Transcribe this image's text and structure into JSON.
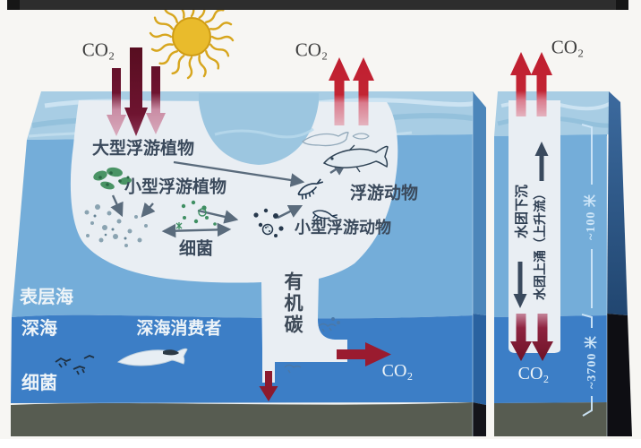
{
  "labels": {
    "co2_top_left": "CO₂",
    "co2_top_middle": "CO₂",
    "co2_top_right": "CO₂",
    "co2_deep_main": "CO₂",
    "co2_deep_right": "CO₂",
    "large_phytoplankton": "大型浮游植物",
    "small_phytoplankton": "小型浮游植物",
    "bacteria_surface": "细菌",
    "zooplankton": "浮游动物",
    "small_zooplankton": "小型浮游动物",
    "organic_carbon": "有机碳",
    "surface_ocean": "表层海",
    "deep_sea": "深海",
    "bacteria_deep": "细菌",
    "deep_sea_consumers": "深海消费者",
    "water_mass_sinking": "水团下沉",
    "water_mass_upwelling": "水团上涌（上升流）",
    "depth_100m": "~100 米",
    "depth_3700m": "~3700 米"
  },
  "colors": {
    "background": "#f7f6f3",
    "top-bar": "#2d2d2d",
    "sun-core": "#e9bb2c",
    "sun-ray": "#d7a61e",
    "ocean-top-face": "#a8cde4",
    "ocean-top-wave": "#cfe6f3",
    "ocean-surface-front": "#74add9",
    "ocean-deep-front": "#3c7ec6",
    "ocean-dip": "#9cc6e0",
    "seafloor": "#575c51",
    "side-face-navy": "#2f5886",
    "side-face-black": "#0e0e13",
    "white-channel": "#e9eef3",
    "co2-down-dark": "#6e1430",
    "co2-pink": "#d9abbd",
    "co2-up-red": "#c22433",
    "co2-deep-maroon": "#7e1a31",
    "foodweb-arrow": "#5a6b7c",
    "channel-arrow": "#3a4a5e",
    "label-dark": "#3b4a5c",
    "label-white": "#eef4f8",
    "depth-label": "#cfe6f8",
    "plankton-green": "#3f8f63",
    "organism-dark": "#24384c"
  }
}
